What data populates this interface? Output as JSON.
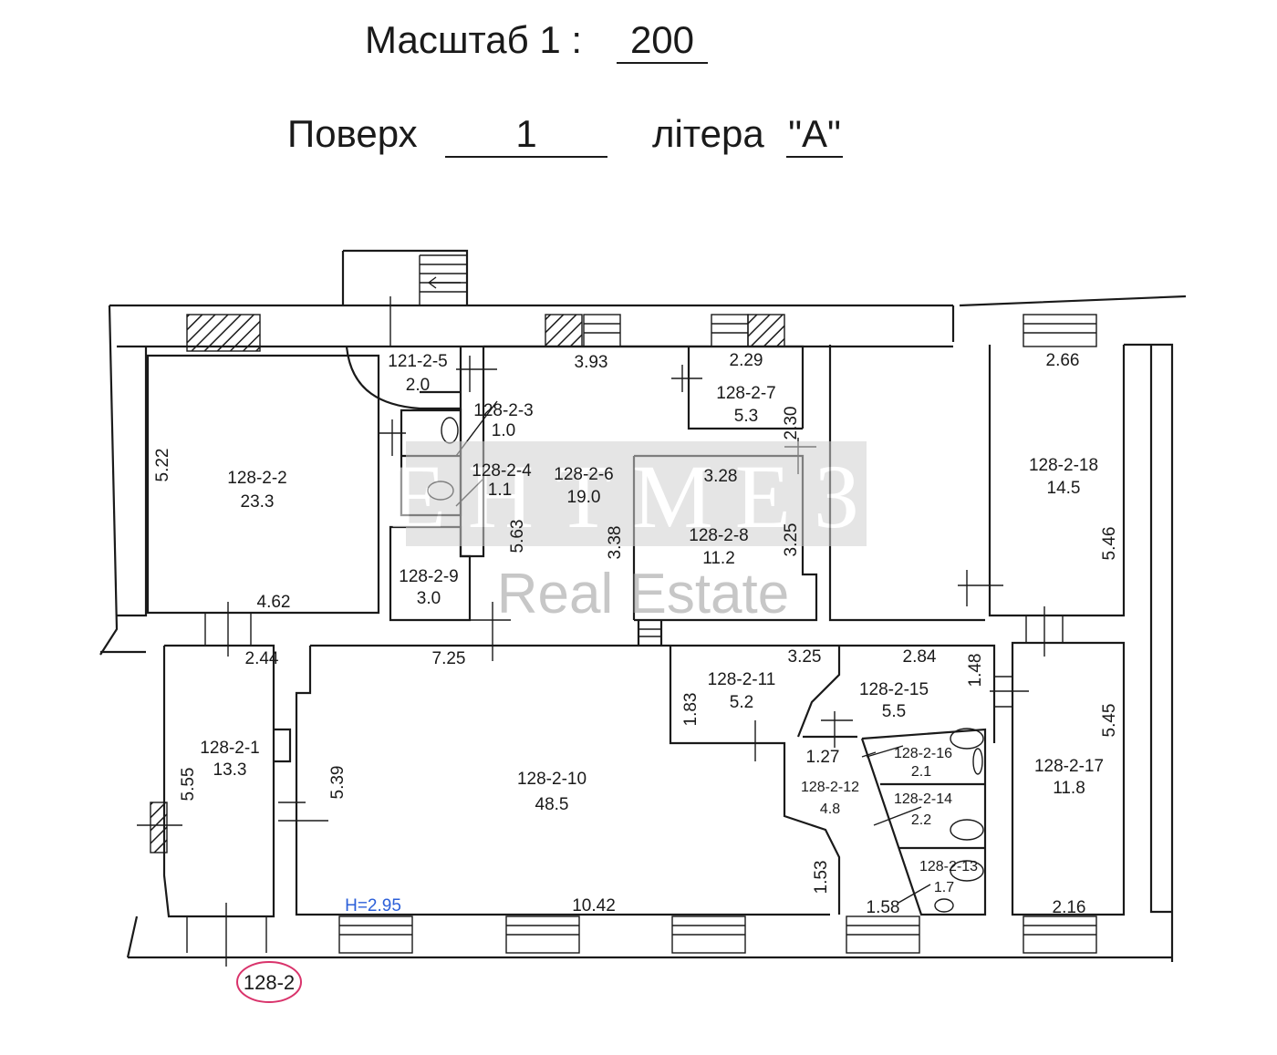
{
  "header": {
    "scale_label": "Масштаб  1 :",
    "scale_value": "200",
    "floor_label": "Поверх",
    "floor_value": "1",
    "letter_label": "літера",
    "letter_value": "\"А\""
  },
  "watermark": {
    "logo": "ЕНТМЕЗ",
    "text": "Real Estate"
  },
  "rooms": [
    {
      "id": "128-2-1",
      "area": "13.3"
    },
    {
      "id": "128-2-2",
      "area": "23.3"
    },
    {
      "id": "128-2-3",
      "area": "1.0"
    },
    {
      "id": "128-2-4",
      "area": "1.1"
    },
    {
      "id": "121-2-5",
      "area": "2.0"
    },
    {
      "id": "128-2-6",
      "area": "19.0"
    },
    {
      "id": "128-2-7",
      "area": "5.3"
    },
    {
      "id": "128-2-8",
      "area": "11.2"
    },
    {
      "id": "128-2-9",
      "area": "3.0"
    },
    {
      "id": "128-2-10",
      "area": "48.5"
    },
    {
      "id": "128-2-11",
      "area": "5.2"
    },
    {
      "id": "128-2-12",
      "area": "4.8"
    },
    {
      "id": "128-2-13",
      "area": "1.7"
    },
    {
      "id": "128-2-14",
      "area": "2.2"
    },
    {
      "id": "128-2-15",
      "area": "5.5"
    },
    {
      "id": "128-2-16",
      "area": "2.1"
    },
    {
      "id": "128-2-17",
      "area": "11.8"
    },
    {
      "id": "128-2-18",
      "area": "14.5"
    }
  ],
  "dimensions": {
    "d_5_22": "5.22",
    "d_4_62": "4.62",
    "d_3_93": "3.93",
    "d_2_29": "2.29",
    "d_2_30": "2.30",
    "d_3_28": "3.28",
    "d_5_63": "5.63",
    "d_3_38": "3.38",
    "d_3_25a": "3.25",
    "d_2_66": "2.66",
    "d_5_46": "5.46",
    "d_2_44": "2.44",
    "d_7_25": "7.25",
    "d_3_25b": "3.25",
    "d_2_84": "2.84",
    "d_1_48": "1.48",
    "d_1_83": "1.83",
    "d_5_45": "5.45",
    "d_5_55": "5.55",
    "d_5_39": "5.39",
    "d_1_27": "1.27",
    "d_1_53": "1.53",
    "d_10_42": "10.42",
    "d_1_58": "1.58",
    "d_2_16": "2.16"
  },
  "height_label": "H=2.95",
  "unit_label": "128-2",
  "colors": {
    "ink": "#1a1a1a",
    "height_blue": "#2b5fd9",
    "circle_pink": "#d9336b",
    "watermark": "#c8c8c8"
  }
}
